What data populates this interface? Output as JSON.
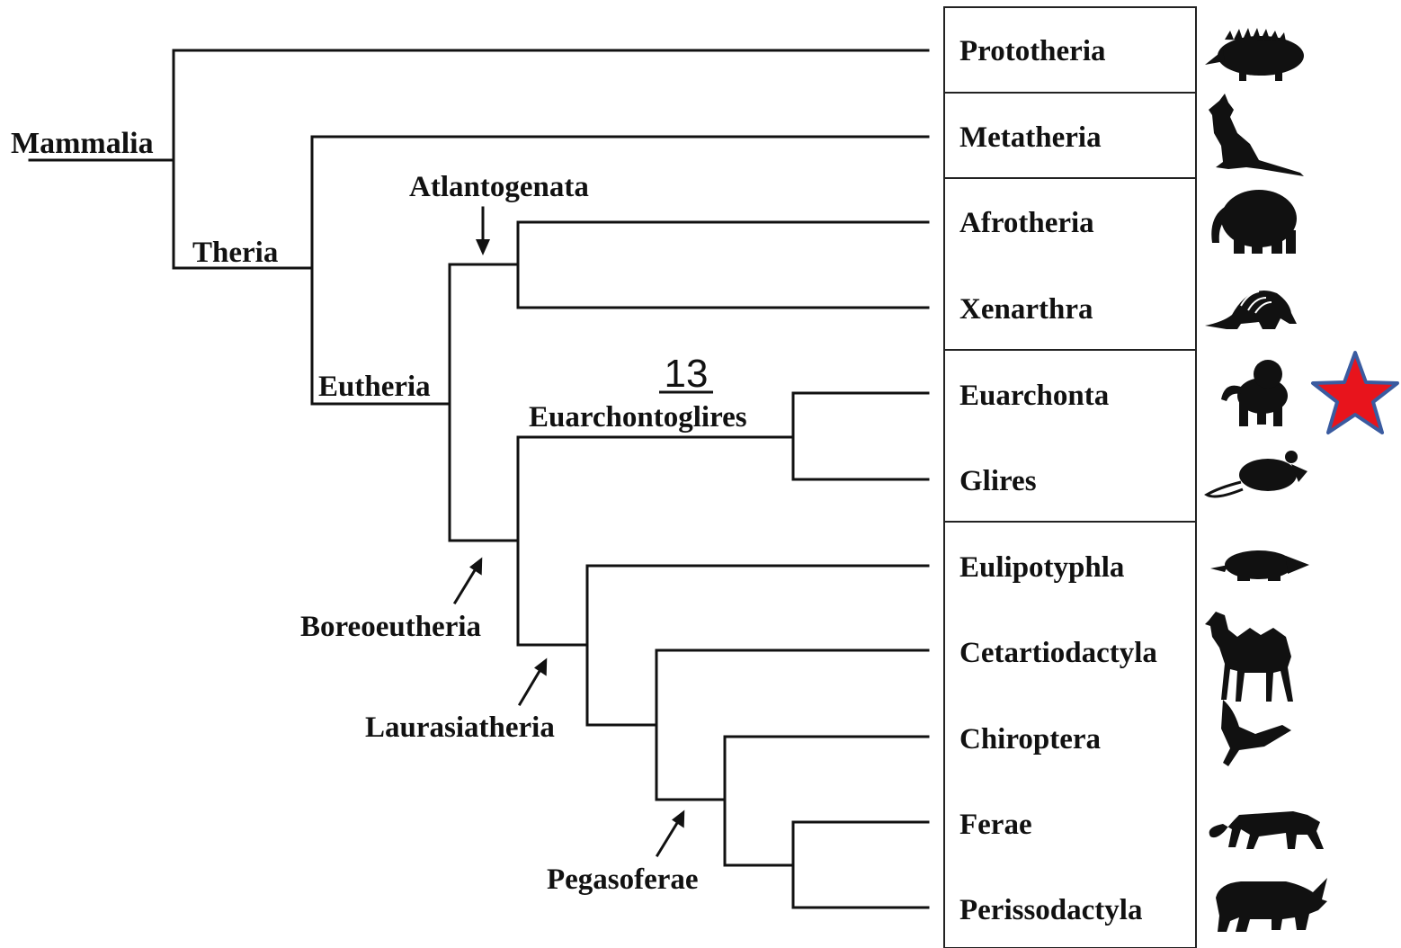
{
  "number_label": "13",
  "nodes": {
    "mammalia": "Mammalia",
    "theria": "Theria",
    "eutheria": "Eutheria",
    "atlantogenata": "Atlantogenata",
    "boreoeutheria": "Boreoeutheria",
    "euarchontoglires": "Euarchontoglires",
    "laurasiatheria": "Laurasiatheria",
    "pegasoferae": "Pegasoferae"
  },
  "taxa": [
    {
      "name": "Prototheria",
      "silhouette": "echidna-icon"
    },
    {
      "name": "Metatheria",
      "silhouette": "kangaroo-icon"
    },
    {
      "name": "Afrotheria",
      "silhouette": "elephant-icon"
    },
    {
      "name": "Xenarthra",
      "silhouette": "armadillo-icon"
    },
    {
      "name": "Euarchonta",
      "silhouette": "primate-icon"
    },
    {
      "name": "Glires",
      "silhouette": "mouse-icon"
    },
    {
      "name": "Eulipotyphla",
      "silhouette": "mole-icon"
    },
    {
      "name": "Cetartiodactyla",
      "silhouette": "camel-icon"
    },
    {
      "name": "Chiroptera",
      "silhouette": "bat-icon"
    },
    {
      "name": "Ferae",
      "silhouette": "tiger-icon"
    },
    {
      "name": "Perissodactyla",
      "silhouette": "rhino-icon"
    }
  ],
  "highlight": {
    "icon": "star-icon",
    "taxon": "Euarchonta",
    "fill": "#e8141c",
    "stroke": "#3a5ba0"
  }
}
